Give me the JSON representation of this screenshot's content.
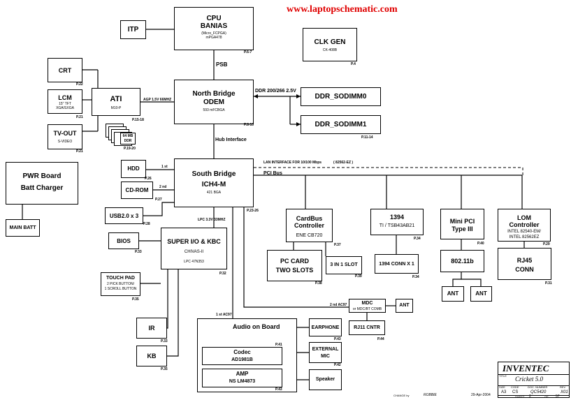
{
  "watermark": "www.laptopschematic.com",
  "blocks": {
    "itp": "ITP",
    "cpu": {
      "title": "CPU",
      "name": "BANIAS",
      "pkg": "(Micro_FCPGA)",
      "socket": "mPGA478",
      "page": "P.6-7"
    },
    "clkgen": {
      "title": "CLK GEN",
      "part": "CK-408B",
      "page": "P.4"
    },
    "crt": {
      "title": "CRT",
      "page": "P.22"
    },
    "lcm": {
      "title": "LCM",
      "sub1": "15\" TFT",
      "sub2": "XGA/SXGA",
      "page": "P.21"
    },
    "tvout": {
      "title": "TV-OUT",
      "sub": "S-VIDEO",
      "page": "P.21"
    },
    "ati": {
      "title": "ATI",
      "part": "M10-P",
      "page": "P.15-18"
    },
    "vram": {
      "label1": "64 MB",
      "label2": "DDR",
      "page": "P.19-20"
    },
    "nb": {
      "title": "North Bridge",
      "name": "ODEM",
      "pkg": "593 mFCBGA",
      "page": "P.8-10"
    },
    "ddr0": "DDR_SODIMM0",
    "ddr1": {
      "title": "DDR_SODIMM1",
      "page": "P.11-14"
    },
    "pwr": {
      "title1": "PWR Board",
      "title2": "Batt Charger"
    },
    "mainbatt": "MAIN BATT",
    "hdd": {
      "title": "HDD",
      "page": "P.26"
    },
    "cdrom": {
      "title": "CD-ROM",
      "page": "P.27"
    },
    "sb": {
      "title": "South Bridge",
      "name": "ICH4-M",
      "pkg": "421 BGA"
    },
    "usb": {
      "title": "USB2.0 x 3",
      "page": "P.28"
    },
    "bios": {
      "title": "BIOS",
      "page": "P.33"
    },
    "sio": {
      "title": "SUPER I/O & KBC",
      "name": "CHIVAS-II",
      "part": "LPC 47N353",
      "page": "P.32"
    },
    "touchpad": {
      "title": "TOUCH PAD",
      "sub1": "2 PICK BUTTON/",
      "sub2": "1 SCROLL BUTTON",
      "page": "P.35"
    },
    "ir": {
      "title": "IR",
      "page": "P.33"
    },
    "kb": {
      "title": "KB",
      "page": "P.35"
    },
    "cardbus": {
      "title1": "CardBus",
      "title2": "Controller",
      "part": "ENE CB720",
      "page": "P.37"
    },
    "pccard": {
      "title1": "PC CARD",
      "title2": "TWO SLOTS",
      "page": "P.38"
    },
    "slot3in1": {
      "title": "3 IN 1 SLOT",
      "page": "P.39"
    },
    "ieee1394": {
      "title": "1394",
      "part": "TI / TSB43AB21",
      "page": "P.34"
    },
    "conn1394": {
      "title": "1394 CONN X 1",
      "page": "P.34"
    },
    "minipci": {
      "title1": "Mini PCI",
      "title2": "Type III",
      "page": "P.40"
    },
    "wlan": "802.11b",
    "ant1": "ANT",
    "ant2": "ANT",
    "lom": {
      "title1": "LOM",
      "title2": "Controller",
      "part1": "INTEL 82540-EM/",
      "part2": "INTEL 82562EZ",
      "page": "P.29"
    },
    "rj45": {
      "title1": "RJ45",
      "title2": "CONN",
      "page": "P.31"
    },
    "mdc": {
      "title": "MDC",
      "sub": "or MDC/BT COMB"
    },
    "ant3": "ANT",
    "rj11": {
      "title": "RJ11 CNTR",
      "page": "P.44"
    },
    "audio": {
      "title": "Audio on Board",
      "page": "P.41"
    },
    "codec": {
      "title": "Codec",
      "part": "AD1981B"
    },
    "amp": {
      "title": "AMP",
      "part": "NS LM4873",
      "page": "P.43"
    },
    "earphone": {
      "title": "EARPHONE",
      "page": "P.43"
    },
    "extmic": {
      "title1": "EXTERNAL",
      "title2": "MIC",
      "page": "P.42"
    },
    "speaker": "Speaker"
  },
  "buses": {
    "psb": "PSB",
    "agp": "AGP 1.5V 66MHZ",
    "ddr": "DDR 200/266  2.5V",
    "hub": "Hub Interface",
    "lan": "LAN INTERFACE FOR 10/100 Mbps",
    "lan_part": "( 82562-EZ )",
    "pci": "PCI Bus",
    "hdd_ch": "1 st",
    "cd_ch": "2 nd",
    "lpc": "LPC 3.3V 33MHZ",
    "p2326": "P.23-26",
    "ac97_1": "1 st AC97",
    "ac97_2": "2 nd AC97"
  },
  "titleblock": {
    "company": "INVENTEC",
    "title_label": "TITLE",
    "title": "Cricket 5.0",
    "size_label": "SIZE",
    "size": "A3",
    "code_label": "CODE",
    "code": "CS",
    "doc_label": "DOC. NUMBER",
    "doc": "QC5420",
    "rev_label": "REV",
    "rev": "X01",
    "change_label": "CHANGE by",
    "change_by": "ROBBIE",
    "date": "29-Apr-2004",
    "sheet_label": "SHEET",
    "sheet": "2",
    "of_label": "OF",
    "of": "57"
  }
}
